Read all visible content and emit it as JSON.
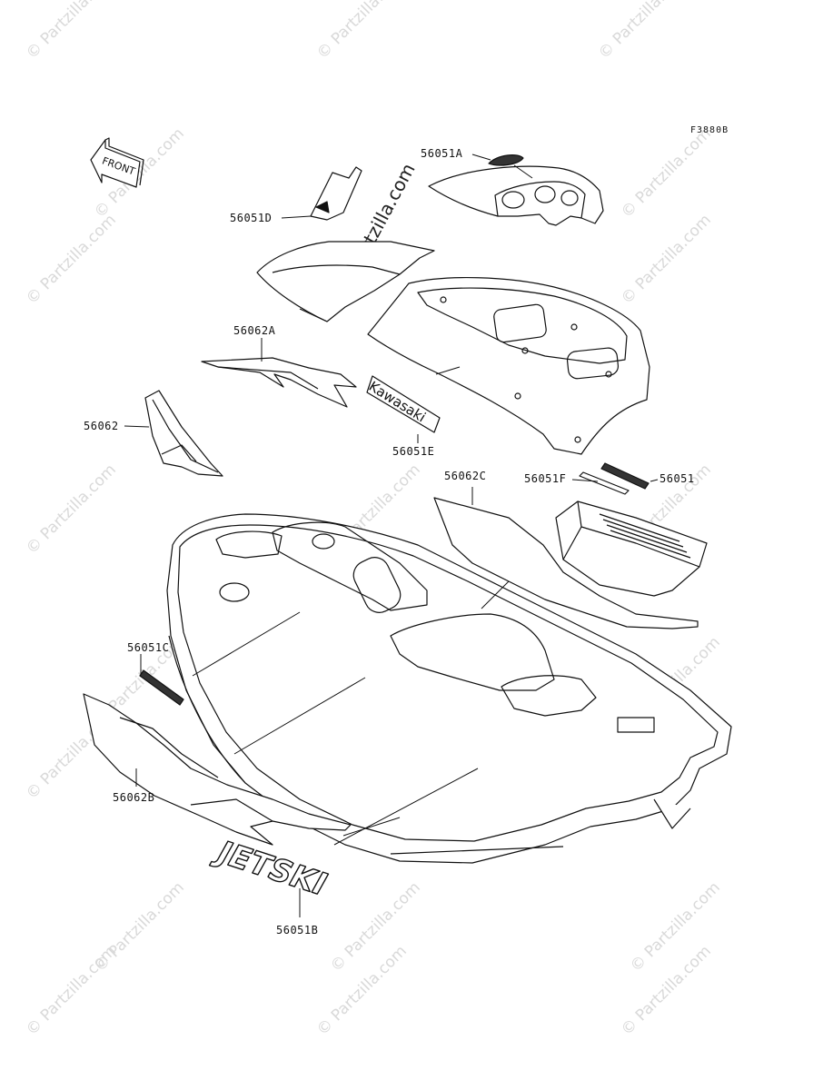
{
  "diagram": {
    "code": "F3880B",
    "front_label": "FRONT",
    "brand_text": "Kawasaki",
    "jetski_text": "JETSKI",
    "watermark": "© Partzilla.com"
  },
  "callouts": [
    {
      "id": "56051A"
    },
    {
      "id": "56051D"
    },
    {
      "id": "56062A"
    },
    {
      "id": "56062"
    },
    {
      "id": "56051E"
    },
    {
      "id": "56062C"
    },
    {
      "id": "56051F"
    },
    {
      "id": "56051"
    },
    {
      "id": "56051C"
    },
    {
      "id": "56062B"
    },
    {
      "id": "56051B"
    }
  ]
}
